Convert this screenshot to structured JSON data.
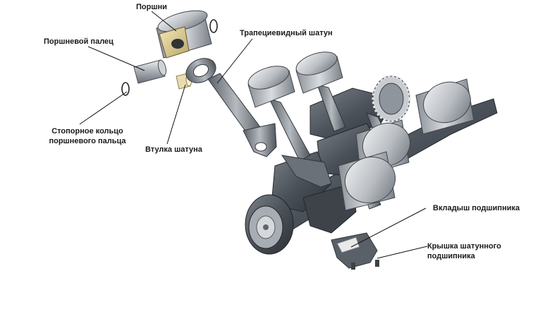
{
  "labels": {
    "pistons": "Поршни",
    "piston_pin": "Поршневой палец",
    "trapezoid_rod": "Трапециевидный шатун",
    "retaining_ring_line1": "Стопорное кольцо",
    "retaining_ring_line2": "поршневого пальца",
    "rod_bushing": "Втулка шатуна",
    "bearing_shell": "Вкладыш подшипника",
    "bearing_cap_line1": "Крышка шатунного",
    "bearing_cap_line2": "подшипника"
  },
  "colors": {
    "text": "#1a1a1a",
    "leader": "#111111",
    "metal_light": "#d8dadc",
    "metal_mid": "#9aa0a6",
    "metal_dark": "#4a5058",
    "crank_dark": "#3a3f45",
    "bushing": "#e9ddb0"
  }
}
